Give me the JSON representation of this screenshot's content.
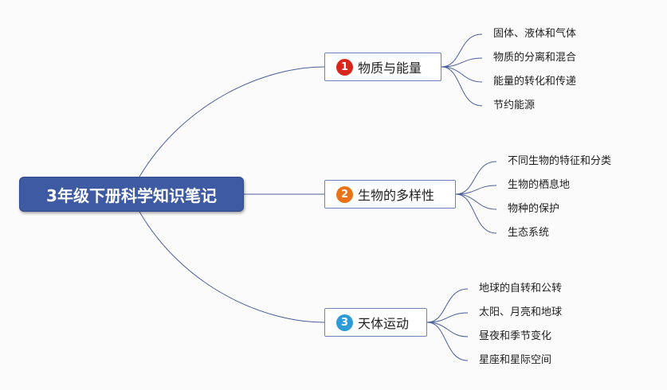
{
  "root": {
    "label": "3年级下册科学知识笔记"
  },
  "branches": [
    {
      "number": "1",
      "label": "物质与能量",
      "badge_color": "#d9261c",
      "topics": [
        "固体、液体和气体",
        "物质的分离和混合",
        "能量的转化和传递",
        "节约能源"
      ]
    },
    {
      "number": "2",
      "label": "生物的多样性",
      "badge_color": "#e8731a",
      "topics": [
        "不同生物的特征和分类",
        "生物的栖息地",
        "物种的保护",
        "生态系统"
      ]
    },
    {
      "number": "3",
      "label": "天体运动",
      "badge_color": "#2e9bd6",
      "topics": [
        "地球的自转和公转",
        "太阳、月亮和地球",
        "昼夜和季节变化",
        "星座和星际空间"
      ]
    }
  ],
  "colors": {
    "root_bg": "#3d5aa3",
    "line": "#4a5e9a"
  }
}
